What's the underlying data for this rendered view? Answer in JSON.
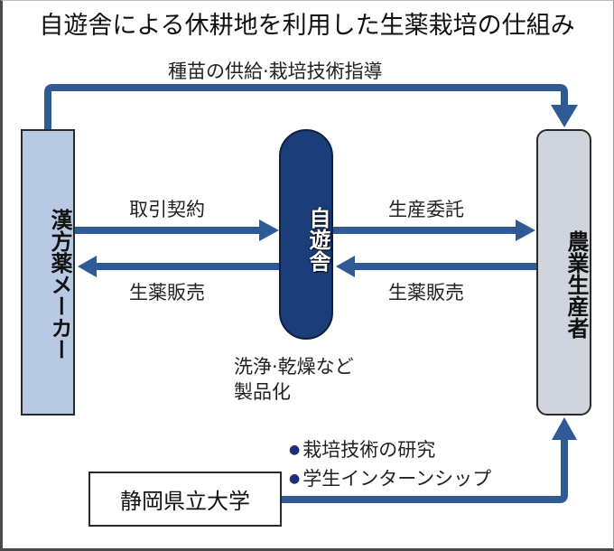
{
  "title": "自遊舎による休耕地を利用した生薬栽培の仕組み",
  "colors": {
    "arrow": "#2f5a96",
    "maker_box": "#b8c9e3",
    "farmer_box": "#d0d5dd",
    "jiyusha_pill": "#1b3d7a",
    "bullet": "#1b2f7a"
  },
  "nodes": {
    "maker": "漢方薬メーカー",
    "jiyusha": "自遊舎",
    "farmer": "農業生産者",
    "university": "静岡県立大学"
  },
  "flows": {
    "top": "種苗の供給·栽培技術指導",
    "maker_to_jiyusha": "取引契約",
    "jiyusha_to_maker": "生薬販売",
    "jiyusha_to_farmer": "生産委託",
    "farmer_to_jiyusha": "生薬販売"
  },
  "jiyusha_note": {
    "line1": "洗浄·乾燥など",
    "line2": "製品化"
  },
  "university_support": [
    "栽培技術の研究",
    "学生インターンシップ"
  ]
}
